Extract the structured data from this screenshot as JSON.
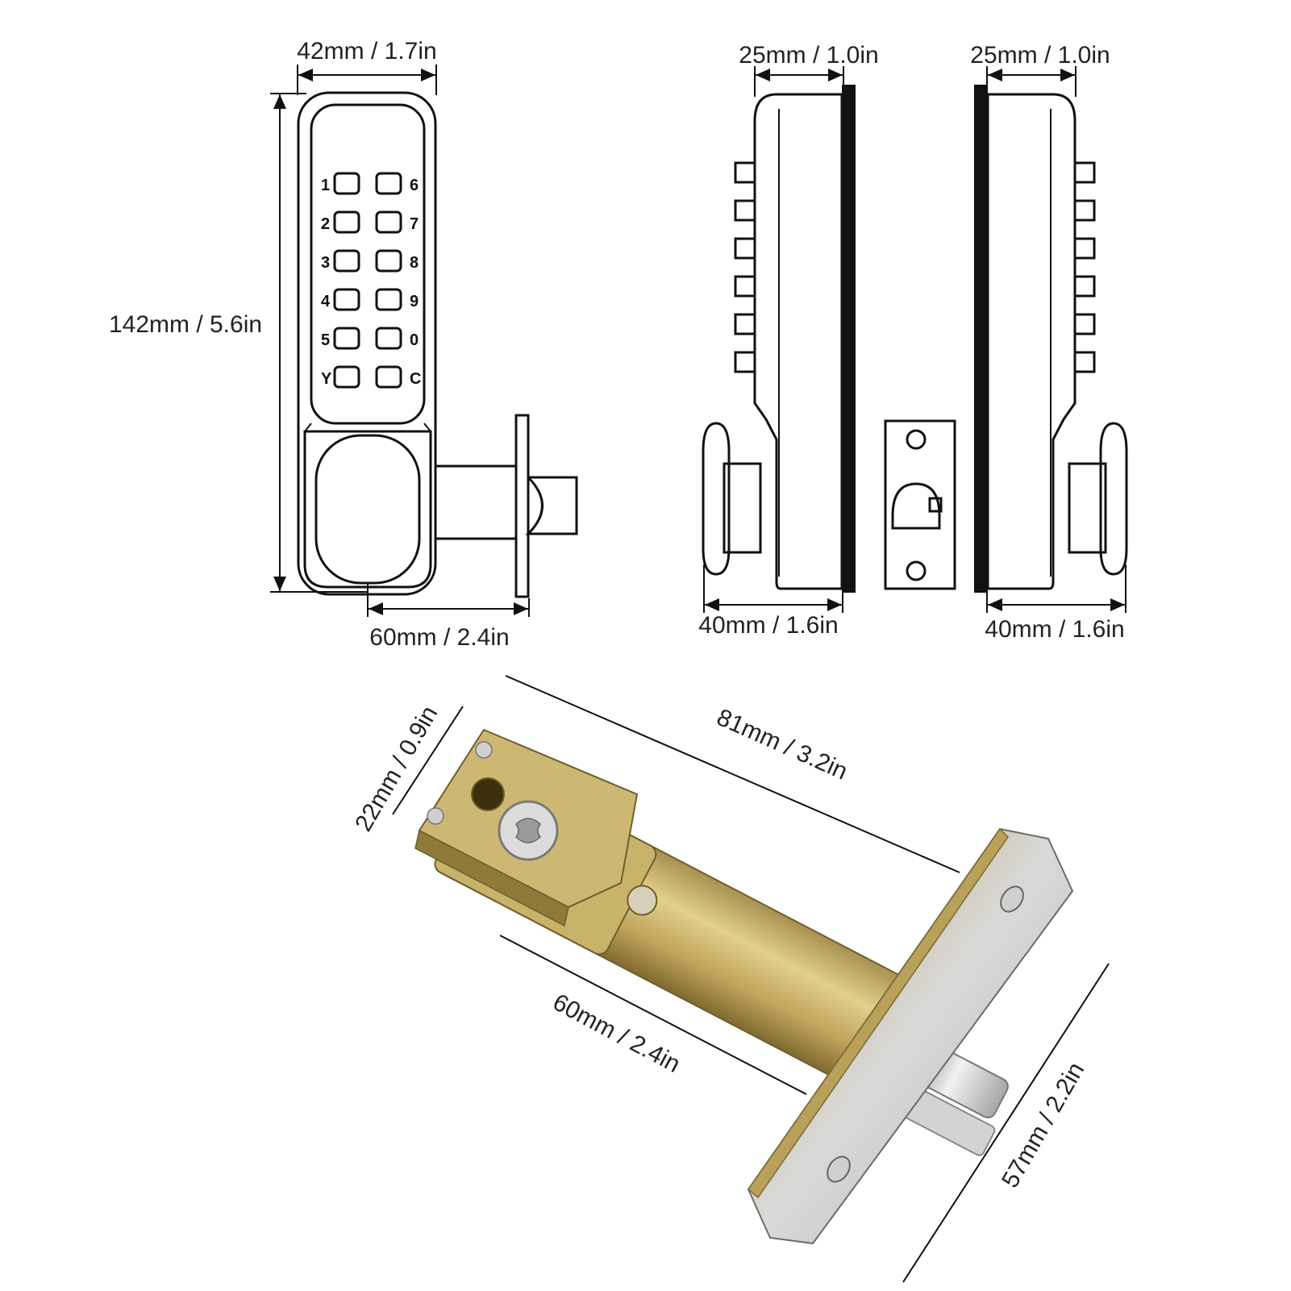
{
  "front_view": {
    "width_label": "42mm / 1.7in",
    "height_label": "142mm / 5.6in",
    "depth_label": "60mm / 2.4in",
    "keys": [
      {
        "left": "1",
        "right": "6"
      },
      {
        "left": "2",
        "right": "7"
      },
      {
        "left": "3",
        "right": "8"
      },
      {
        "left": "4",
        "right": "9"
      },
      {
        "left": "5",
        "right": "0"
      },
      {
        "left": "Y",
        "right": "C"
      }
    ]
  },
  "side_view_left": {
    "top_label": "25mm / 1.0in",
    "bottom_label": "40mm / 1.6in"
  },
  "side_view_right": {
    "top_label": "25mm / 1.0in",
    "bottom_label": "40mm / 1.6in"
  },
  "latch_photo": {
    "width_label": "22mm / 0.9in",
    "length_label": "81mm / 3.2in",
    "backset_label": "60mm / 2.4in",
    "faceplate_label": "57mm / 2.2in",
    "colors": {
      "brass": "#c9b36a",
      "brass_dark": "#8f7a3a",
      "steel": "#d8d8d8",
      "steel_dark": "#9a9a9a"
    }
  }
}
